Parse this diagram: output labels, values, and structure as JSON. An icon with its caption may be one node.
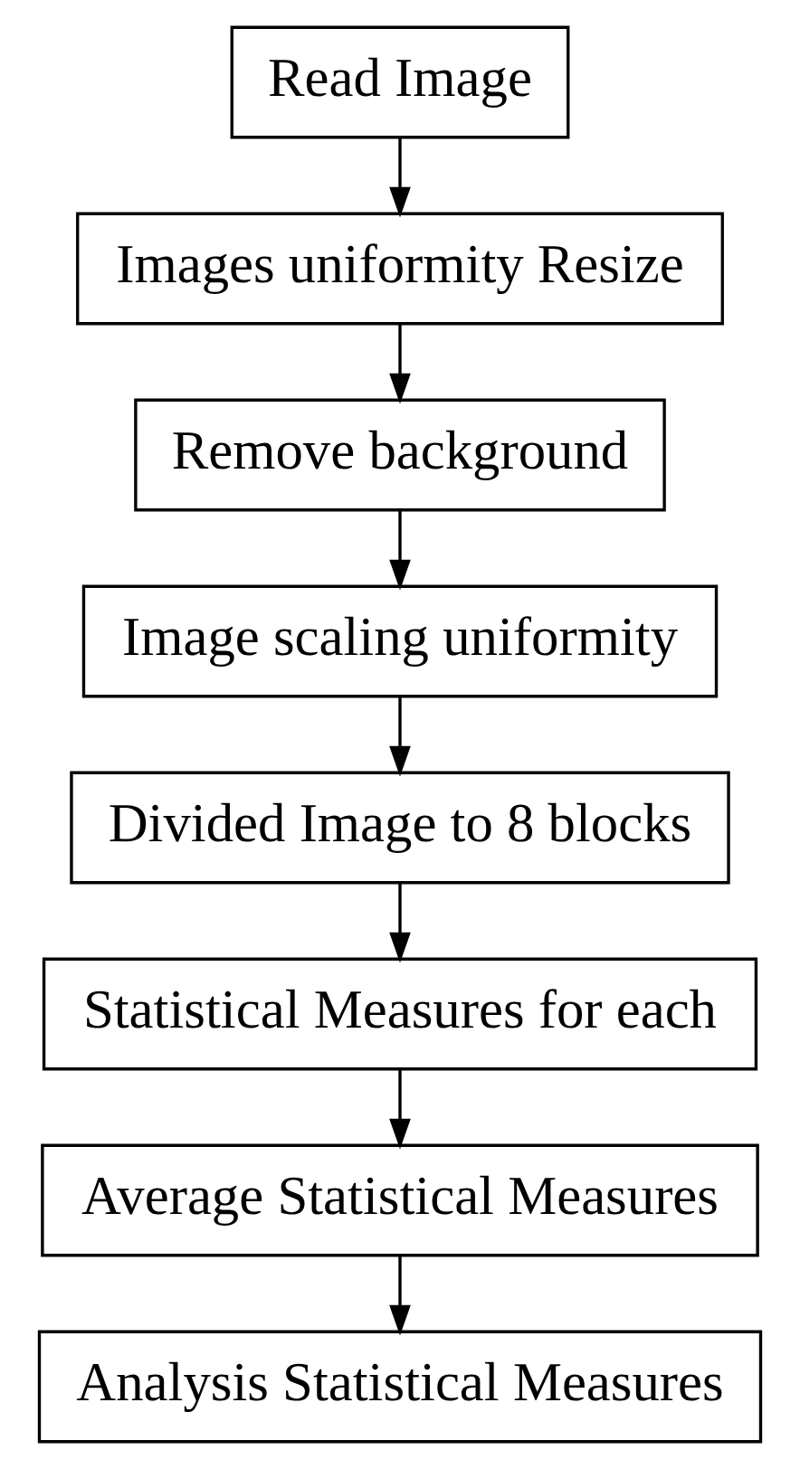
{
  "diagram": {
    "nodes": [
      {
        "text": [
          "Read Image"
        ]
      },
      {
        "text": [
          "Images uniformity Resize"
        ]
      },
      {
        "text": [
          "Remove background"
        ]
      },
      {
        "text": [
          "Image scaling uniformity"
        ]
      },
      {
        "text": [
          "Divided Image to 8 blocks"
        ]
      },
      {
        "text": [
          "Statistical Measures for each"
        ]
      },
      {
        "text": [
          "Average Statistical Measures"
        ]
      },
      {
        "text": [
          "Analysis Statistical Measures"
        ]
      }
    ],
    "edges": [
      {
        "from": 0,
        "to": 1,
        "arrow": "to"
      },
      {
        "from": 1,
        "to": 2,
        "arrow": "to"
      },
      {
        "from": 2,
        "to": 3,
        "arrow": "to"
      },
      {
        "from": 3,
        "to": 4,
        "arrow": "to"
      },
      {
        "from": 4,
        "to": 5,
        "arrow": "to"
      },
      {
        "from": 5,
        "to": 6,
        "arrow": "to"
      },
      {
        "from": 6,
        "to": 7,
        "arrow": "to"
      }
    ]
  }
}
